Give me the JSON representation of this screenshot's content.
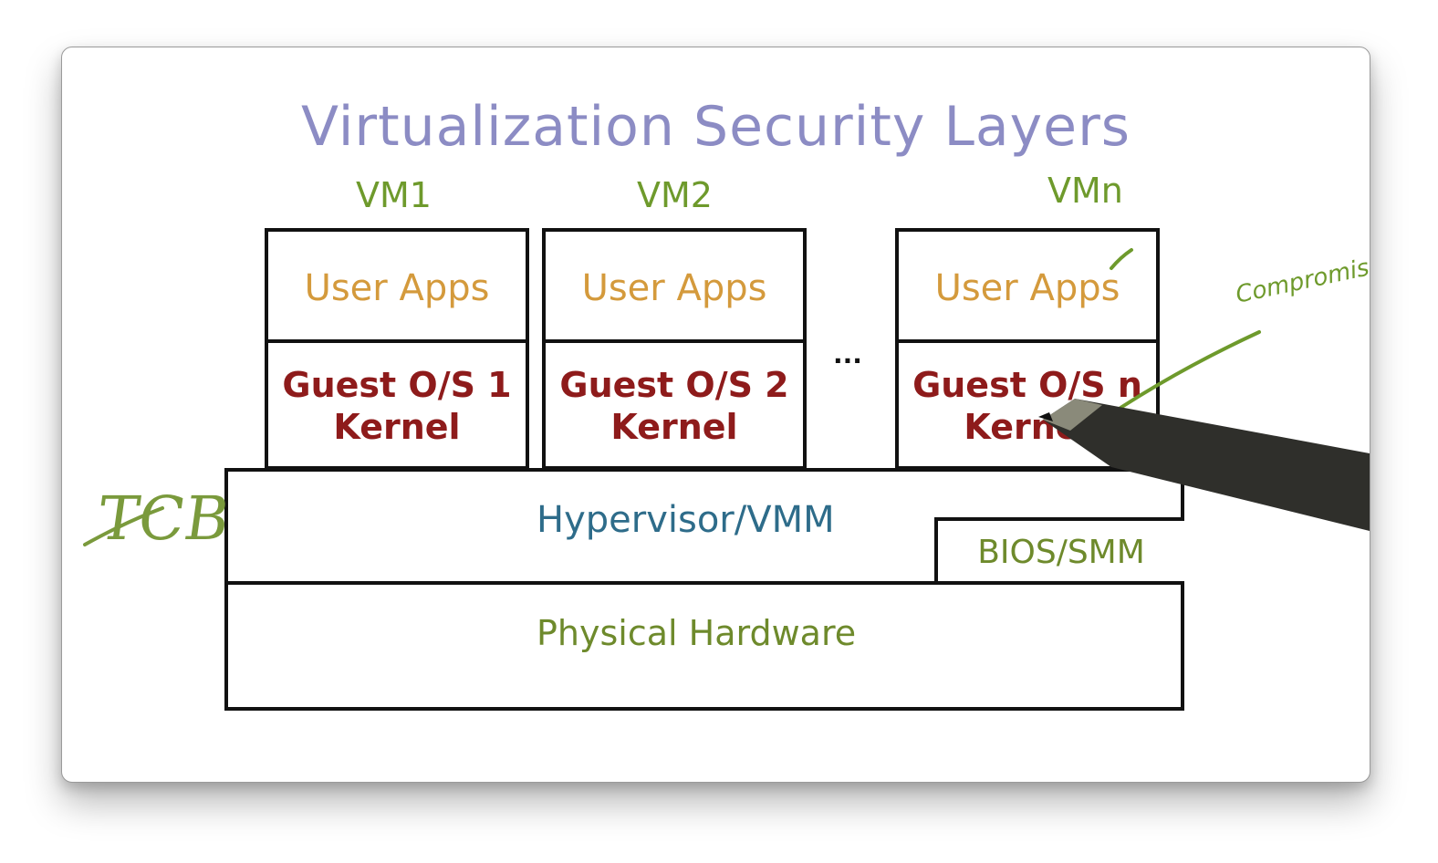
{
  "title": "Virtualization Security Layers",
  "vms": [
    {
      "label": "VM1",
      "apps": "User Apps",
      "kernel_line1": "Guest O/S 1",
      "kernel_line2": "Kernel"
    },
    {
      "label": "VM2",
      "apps": "User Apps",
      "kernel_line1": "Guest O/S 2",
      "kernel_line2": "Kernel"
    },
    {
      "label": "VMn",
      "apps": "User Apps",
      "kernel_line1": "Guest O/S n",
      "kernel_line2": "Kernel"
    }
  ],
  "ellipsis": "...",
  "hypervisor": "Hypervisor/VMM",
  "bios": "BIOS/SMM",
  "hardware": "Physical Hardware",
  "annotations": {
    "tcb": "TCB",
    "compromise": "Compromise"
  },
  "colors": {
    "title": "#8c8cc4",
    "apps": "#d49a3c",
    "kernel": "#8e1b1b",
    "hypervisor": "#2e6c8a",
    "hardware": "#6e8a2c",
    "annotation": "#6e9a2c"
  }
}
